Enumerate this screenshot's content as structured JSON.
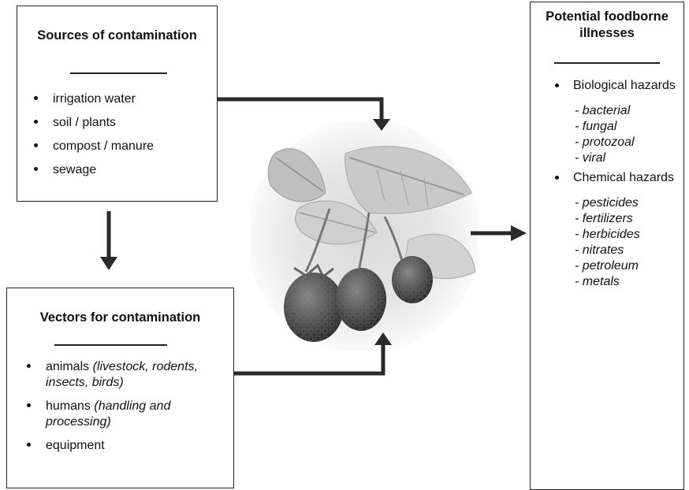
{
  "sources": {
    "title": "Sources of contamination",
    "items": [
      "irrigation water",
      "soil / plants",
      "compost / manure",
      "sewage"
    ]
  },
  "vectors": {
    "title": "Vectors for contamination",
    "items": [
      {
        "text": "animals ",
        "detail": "(livestock, rodents, insects, birds)"
      },
      {
        "text": "humans ",
        "detail": "(handling and processing)"
      },
      {
        "text": "equipment",
        "detail": ""
      }
    ]
  },
  "illnesses": {
    "title": "Potential foodborne illnesses",
    "groups": [
      {
        "label": "Biological hazards",
        "items": [
          "- bacterial",
          "- fungal",
          "- protozoal",
          "- viral"
        ]
      },
      {
        "label": "Chemical hazards",
        "items": [
          "- pesticides",
          "- fertilizers",
          "- herbicides",
          "- nitrates",
          "- petroleum",
          "- metals"
        ]
      }
    ]
  },
  "illustration": {
    "subject": "raspberry-plant",
    "tone": "grayscale"
  }
}
